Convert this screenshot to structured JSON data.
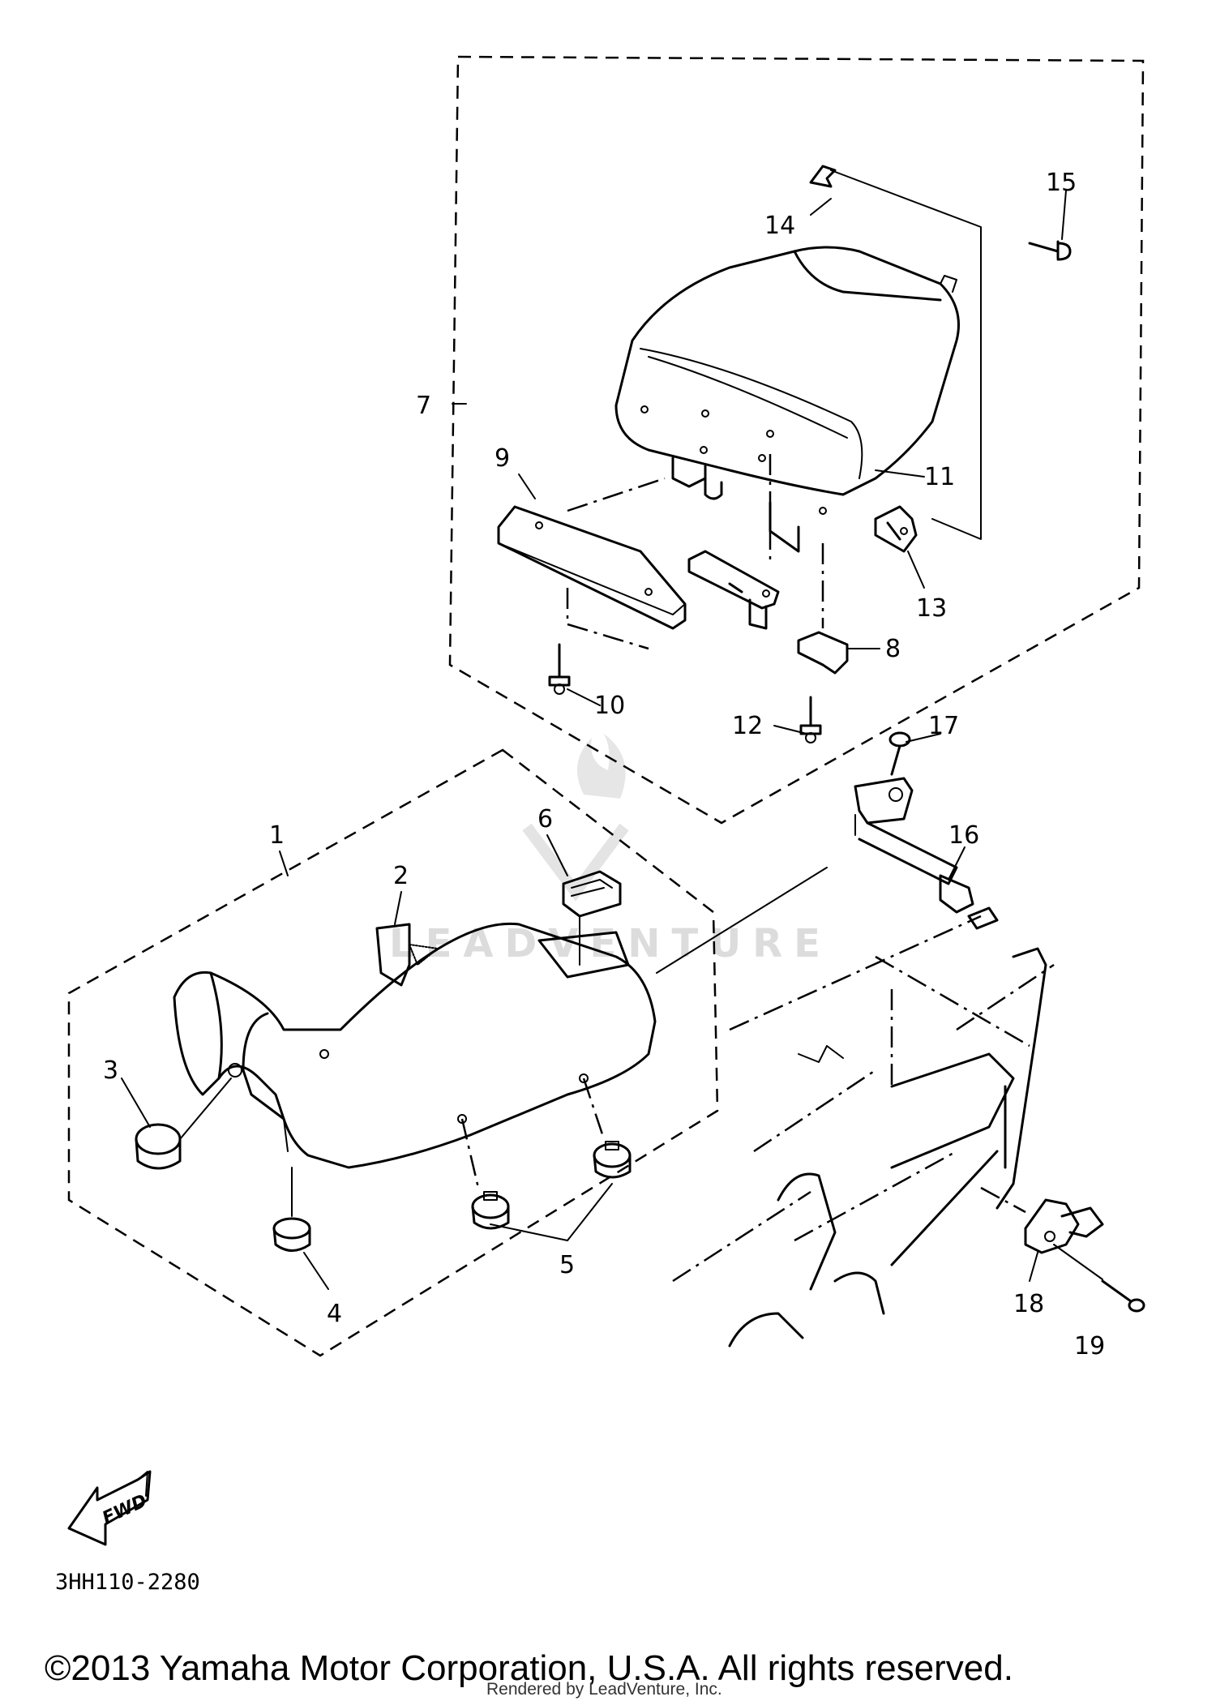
{
  "diagram_code": "3HH110-2280",
  "copyright": "©2013 Yamaha Motor Corporation, U.S.A. All rights reserved.",
  "rendered_by": "Rendered by LeadVenture, Inc.",
  "watermark": "LEADVENTURE",
  "fwd_label": "FWD",
  "callouts": [
    "1",
    "2",
    "3",
    "4",
    "5",
    "6",
    "7",
    "8",
    "9",
    "10",
    "11",
    "12",
    "13",
    "14",
    "15",
    "16",
    "17",
    "18",
    "19"
  ]
}
